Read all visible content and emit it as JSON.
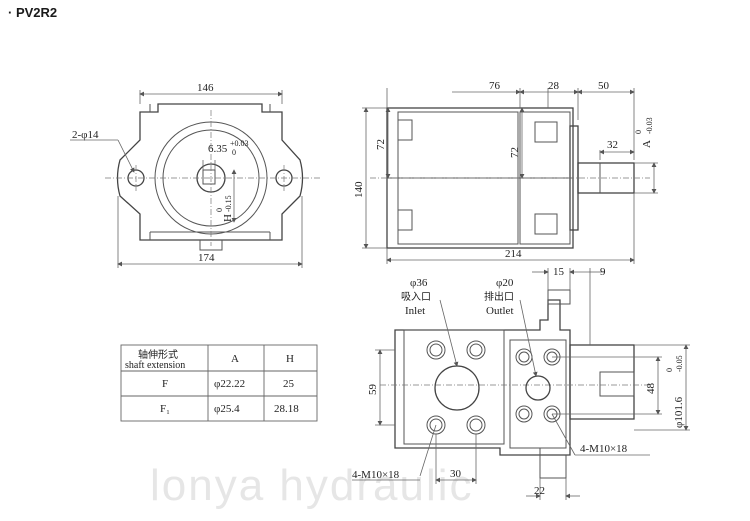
{
  "title": "· PV2R2",
  "front_view": {
    "width_top": "146",
    "width_bottom": "174",
    "hole_label": "2-φ14",
    "shaft_key": "6.35",
    "shaft_key_tol_upper": "+0.03",
    "shaft_key_tol_lower": "0",
    "h_label": "H",
    "h_tol_upper": "0",
    "h_tol_lower": "-0.15"
  },
  "side_view": {
    "dim_76": "76",
    "dim_28": "28",
    "dim_50": "50",
    "dim_72_left": "72",
    "dim_72_mid": "72",
    "dim_140": "140",
    "dim_32": "32",
    "dim_214": "214",
    "a_label": "A",
    "a_tol_upper": "0",
    "a_tol_lower": "-0.03"
  },
  "bottom_view": {
    "inlet_dia": "φ36",
    "inlet_cn": "吸入口",
    "inlet_en": "Inlet",
    "outlet_dia": "φ20",
    "outlet_cn": "排出口",
    "outlet_en": "Outlet",
    "dim_15": "15",
    "dim_9": "9",
    "dim_59": "59",
    "dim_48": "48",
    "dim_101": "φ101.6",
    "dim_101_tol_upper": "0",
    "dim_101_tol_lower": "-0.05",
    "thread_right": "4-M10×18",
    "thread_left": "4-M10×18",
    "dim_30": "30",
    "dim_22": "22"
  },
  "table": {
    "header_cn": "轴伸形式",
    "header_en": "shaft extension",
    "col_a": "A",
    "col_h": "H",
    "rows": [
      {
        "type": "F",
        "a": "φ22.22",
        "h": "25"
      },
      {
        "type": "F₁",
        "a": "φ25.4",
        "h": "28.18"
      }
    ]
  },
  "watermark": "lonya hydraulic"
}
